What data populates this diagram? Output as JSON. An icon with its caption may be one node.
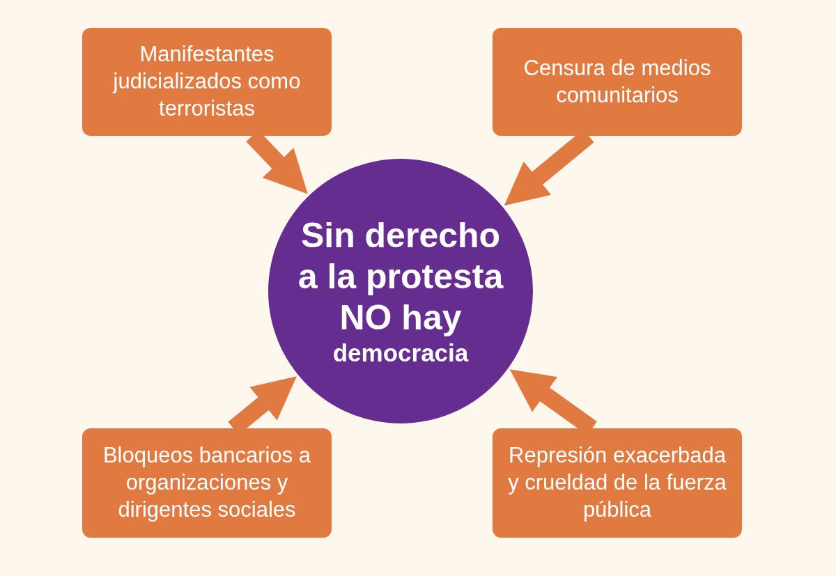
{
  "diagram": {
    "nodes": [
      {
        "text": [
          "Manifestantes judicializados como terroristas"
        ]
      },
      {
        "text": [
          "Censura de medios comunitarios"
        ]
      },
      {
        "text": [
          "Sin derecho a la protesta NO hay",
          "democracia"
        ]
      },
      {
        "text": [
          "Bloqueos bancarios a organizaciones y dirigentes sociales"
        ]
      },
      {
        "text": [
          "Represión exacerbada y crueldad de la fuerza pública"
        ]
      }
    ],
    "edges": [
      {
        "from": 0,
        "to": 2,
        "arrow": "to"
      },
      {
        "from": 1,
        "to": 2,
        "arrow": "to"
      },
      {
        "from": 3,
        "to": 2,
        "arrow": "to"
      },
      {
        "from": 4,
        "to": 2,
        "arrow": "to"
      }
    ]
  }
}
